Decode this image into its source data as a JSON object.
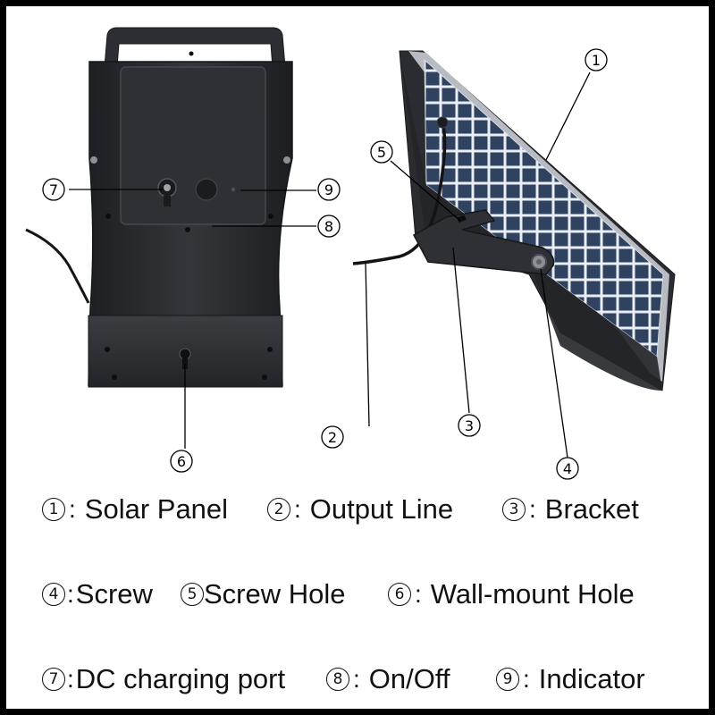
{
  "callouts": {
    "c1": "1",
    "c2": "2",
    "c3": "3",
    "c4": "4",
    "c5": "5",
    "c6": "6",
    "c7": "7",
    "c8": "8",
    "c9": "9"
  },
  "legend": {
    "r1": [
      {
        "num": "1",
        "sep": ":",
        "label": "Solar Panel"
      },
      {
        "num": "2",
        "sep": ":",
        "label": "Output Line"
      },
      {
        "num": "3",
        "sep": ":",
        "label": "Bracket"
      }
    ],
    "r2": [
      {
        "num": "4",
        "sep": ":",
        "label": "Screw"
      },
      {
        "num": "5",
        "sep": "",
        "label": "Screw Hole"
      },
      {
        "num": "6",
        "sep": ":",
        "label": "Wall-mount Hole"
      }
    ],
    "r3": [
      {
        "num": "7",
        "sep": ":",
        "label": "DC charging port"
      },
      {
        "num": "8",
        "sep": ":",
        "label": "On/Off"
      },
      {
        "num": "9",
        "sep": ":",
        "label": "Indicator"
      }
    ]
  },
  "colors": {
    "frame": "#000000",
    "background": "#ffffff",
    "device": "#2b2d31",
    "panel_cell": "#3a4f6e",
    "text": "#111111"
  }
}
